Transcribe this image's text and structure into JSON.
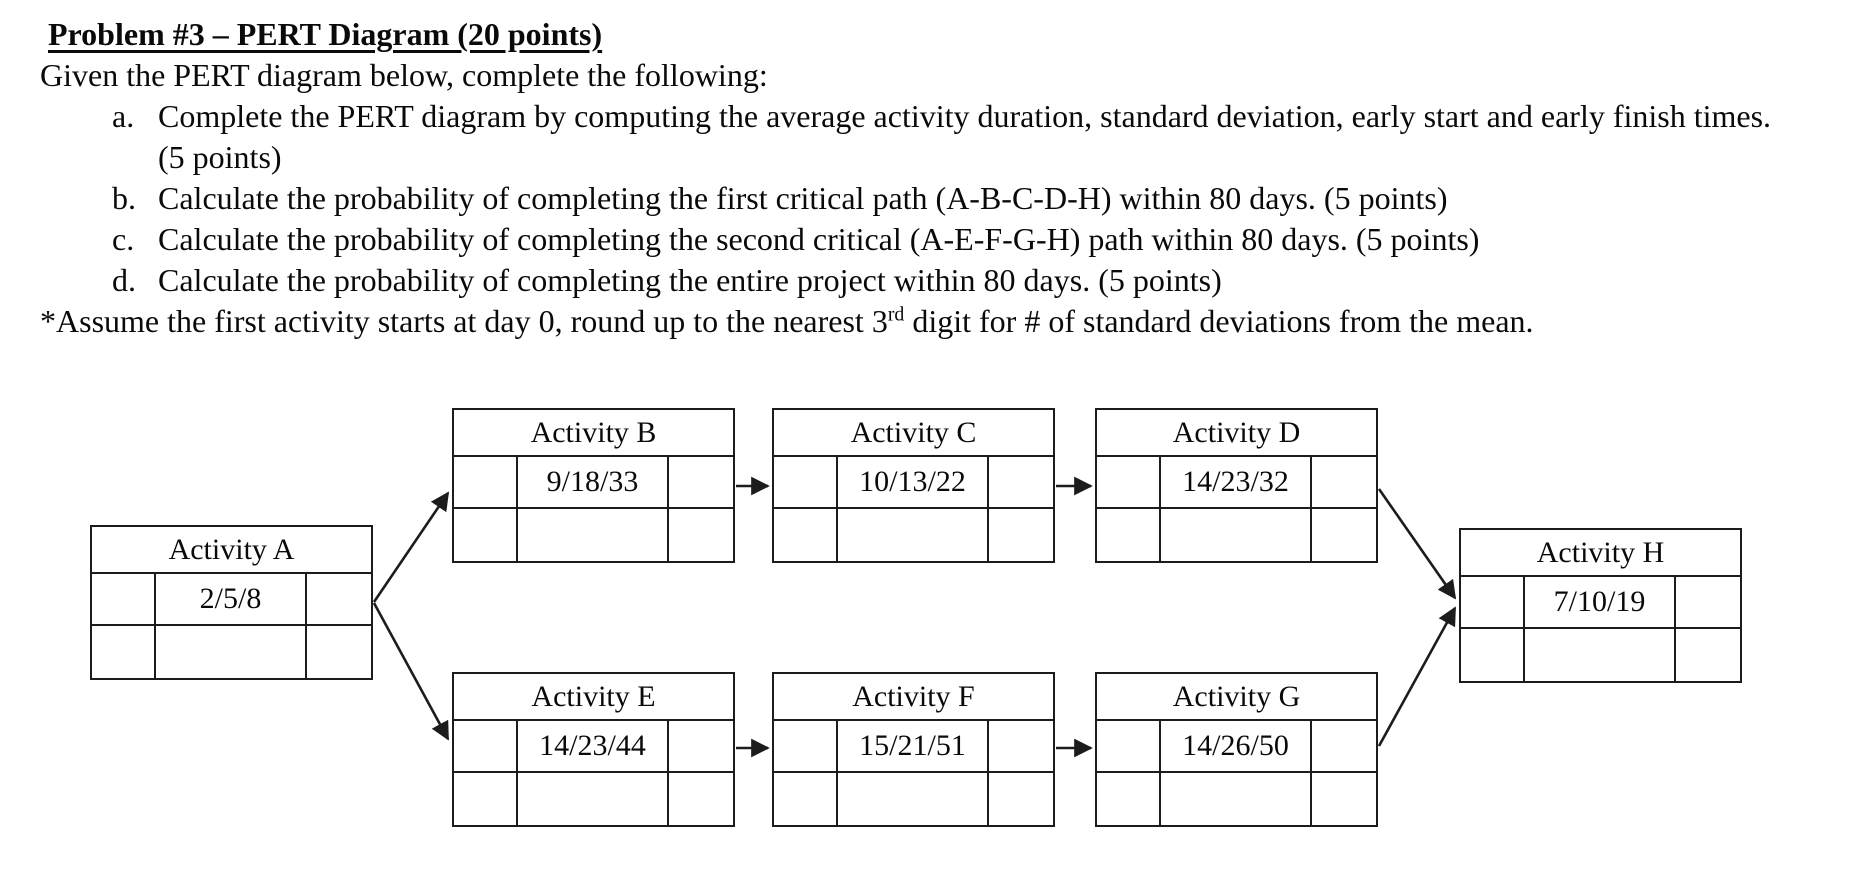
{
  "problem": {
    "title": "Problem #3 – PERT Diagram (20 points)",
    "intro": "Given the PERT diagram below, complete the following:",
    "items": [
      {
        "marker": "a.",
        "text": "Complete the PERT diagram by computing the average activity duration, standard deviation, early start and early finish times.",
        "text2": "(5 points)"
      },
      {
        "marker": "b.",
        "text": "Calculate the probability of completing the first critical path (A-B-C-D-H) within 80 days. (5 points)"
      },
      {
        "marker": "c.",
        "text": "Calculate the probability of completing the second critical (A-E-F-G-H) path within 80 days. (5 points)"
      },
      {
        "marker": "d.",
        "text": "Calculate the probability of completing the entire project within 80 days. (5 points)"
      }
    ],
    "note": {
      "prefix": "*Assume the first activity starts at day 0, round up to the nearest 3",
      "sup": "rd",
      "suffix": " digit for # of standard deviations from the mean."
    }
  },
  "diagram": {
    "activities": [
      {
        "id": "A",
        "title": "Activity A",
        "estimates": "2/5/8"
      },
      {
        "id": "B",
        "title": "Activity B",
        "estimates": "9/18/33"
      },
      {
        "id": "C",
        "title": "Activity C",
        "estimates": "10/13/22"
      },
      {
        "id": "D",
        "title": "Activity D",
        "estimates": "14/23/32"
      },
      {
        "id": "E",
        "title": "Activity E",
        "estimates": "14/23/44"
      },
      {
        "id": "F",
        "title": "Activity F",
        "estimates": "15/21/51"
      },
      {
        "id": "G",
        "title": "Activity G",
        "estimates": "14/26/50"
      },
      {
        "id": "H",
        "title": "Activity H",
        "estimates": "7/10/19"
      }
    ],
    "connections": [
      {
        "from": "A",
        "to": "B"
      },
      {
        "from": "A",
        "to": "E"
      },
      {
        "from": "B",
        "to": "C"
      },
      {
        "from": "C",
        "to": "D"
      },
      {
        "from": "D",
        "to": "H"
      },
      {
        "from": "E",
        "to": "F"
      },
      {
        "from": "F",
        "to": "G"
      },
      {
        "from": "G",
        "to": "H"
      }
    ],
    "colors": {
      "line": "#1c1c1c",
      "background": "#ffffff"
    }
  }
}
